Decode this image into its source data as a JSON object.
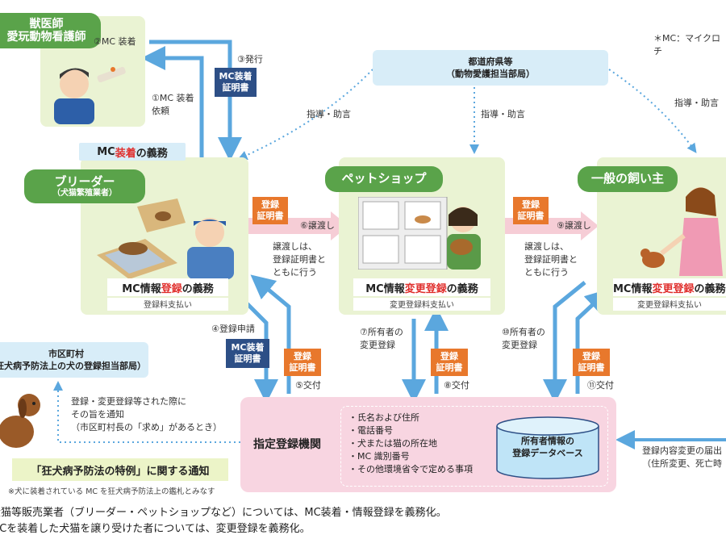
{
  "vet": {
    "title": "獣医師\n愛玩動物看護師"
  },
  "mc_note": "＊MC：マイクロチ",
  "prefecture": {
    "name": "都道府県等\n（動物愛護担当部局）"
  },
  "guidance": [
    "指導・助言",
    "指導・助言",
    "指導・助言"
  ],
  "steps": {
    "s1": "①MC 装着\n依頼",
    "s2": "②MC 装着",
    "s3": "③発行",
    "s4": "④登録申請",
    "s5": "⑤交付",
    "s6": "⑥譲渡し",
    "s7": "⑦所有者の\n変更登録",
    "s8": "⑧交付",
    "s9": "⑨譲渡し",
    "s10": "⑩所有者の\n変更登録",
    "s11": "⑪交付"
  },
  "tags": {
    "mc_cert": "MC装着\n証明書",
    "reg_cert": "登録\n証明書"
  },
  "breeder": {
    "label": "ブリーダー",
    "sub": "（犬猫繁殖業者）",
    "mc_duty_pre": "MC",
    "mc_duty_red": "装着",
    "mc_duty_post": "の義務",
    "info_pre": "MC情報",
    "info_red": "登録",
    "info_post": "の義務",
    "fee": "登録料支払い"
  },
  "petshop": {
    "label": "ペットショップ",
    "info_pre": "MC情報",
    "info_red": "変更登録",
    "info_post": "の義務",
    "fee": "変更登録料支払い"
  },
  "owner": {
    "label": "一般の飼い主",
    "info_pre": "MC情報",
    "info_red": "変更登録",
    "info_post": "の義務",
    "fee": "変更登録料支払い"
  },
  "transfer_note": "譲渡しは、\n登録証明書と\nともに行う",
  "municipality": {
    "name": "市区町村\n（狂犬病予防法上の犬の登録担当部局）",
    "notify": "登録・変更登録等された際に\nその旨を通知\n（市区町村長の「求め」があるとき）",
    "special": "「狂犬病予防法の特例」に関する通知",
    "footnote": "※犬に装着されている MC を狂犬病予防法上の鑑札とみなす"
  },
  "registry": {
    "name": "指定登録機関",
    "items": [
      "・氏名および住所",
      "・電話番号",
      "・犬または猫の所在地",
      "・MC 識別番号",
      "・その他環境省令で定める事項"
    ],
    "db": "所有者情報の\n登録データベース"
  },
  "change_report": "登録内容変更の届出\n（住所変更、死亡時",
  "bottom_lines": [
    "犬猫等販売業者（ブリーダー・ペットショップなど）については、MC装着・情報登録を義務化。",
    "MCを装着した犬猫を譲り受けた者については、変更登録を義務化。"
  ],
  "colors": {
    "green": "#5aa34a",
    "panel": "#eaf3d3",
    "blue_arrow": "#5ba7de",
    "orange": "#e8782c",
    "navy": "#2d4f86",
    "pink": "#f8d5e1",
    "red": "#e0302e"
  }
}
